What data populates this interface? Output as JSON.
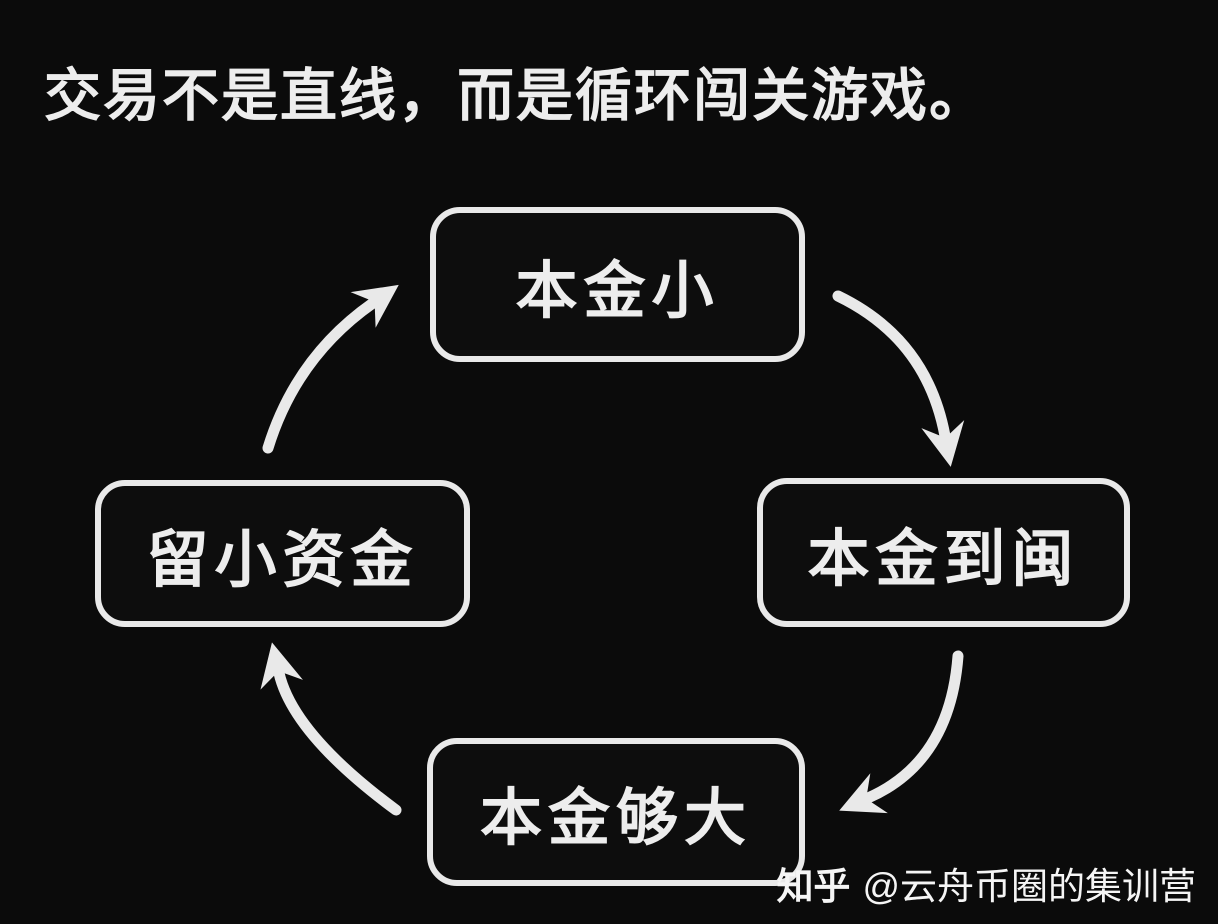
{
  "title": "交易不是直线，而是循环闯关游戏。",
  "cycle": {
    "direction": "clockwise",
    "nodes": [
      {
        "position": "top",
        "label": "本金小"
      },
      {
        "position": "right",
        "label": "本金到闽"
      },
      {
        "position": "bottom",
        "label": "本金够大"
      },
      {
        "position": "left",
        "label": "留小资金"
      }
    ],
    "edges": [
      {
        "from": "本金小",
        "to": "本金到闽"
      },
      {
        "from": "本金到闽",
        "to": "本金够大"
      },
      {
        "from": "本金够大",
        "to": "留小资金"
      },
      {
        "from": "留小资金",
        "to": "本金小"
      }
    ]
  },
  "watermark": {
    "brand": "知乎",
    "handle": "@云舟币圈的集训营"
  },
  "colors": {
    "background": "#0b0b0b",
    "ink": "#ededed"
  }
}
